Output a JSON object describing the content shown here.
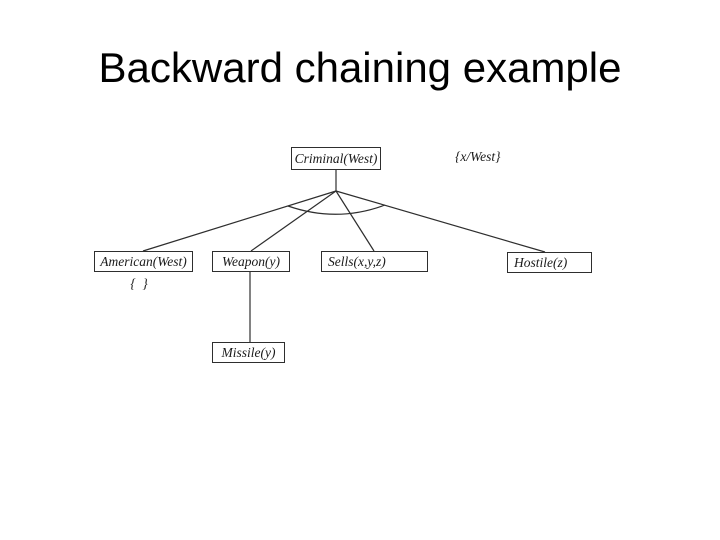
{
  "slide": {
    "title": "Backward chaining example"
  },
  "colors": {
    "background": "#ffffff",
    "title_text": "#000000",
    "diagram_text": "#1a1a1a",
    "line_and_border": "#2e2e2e"
  },
  "diagram": {
    "type": "proof-tree",
    "nodes": {
      "criminal": "Criminal(West)",
      "american": "American(West)",
      "weapon": "Weapon(y)",
      "sells": "Sells(x,y,z)",
      "hostile": "Hostile(z)",
      "missile": "Missile(y)"
    },
    "substitutions": {
      "root": "{x/West}",
      "american": "{  }"
    }
  }
}
